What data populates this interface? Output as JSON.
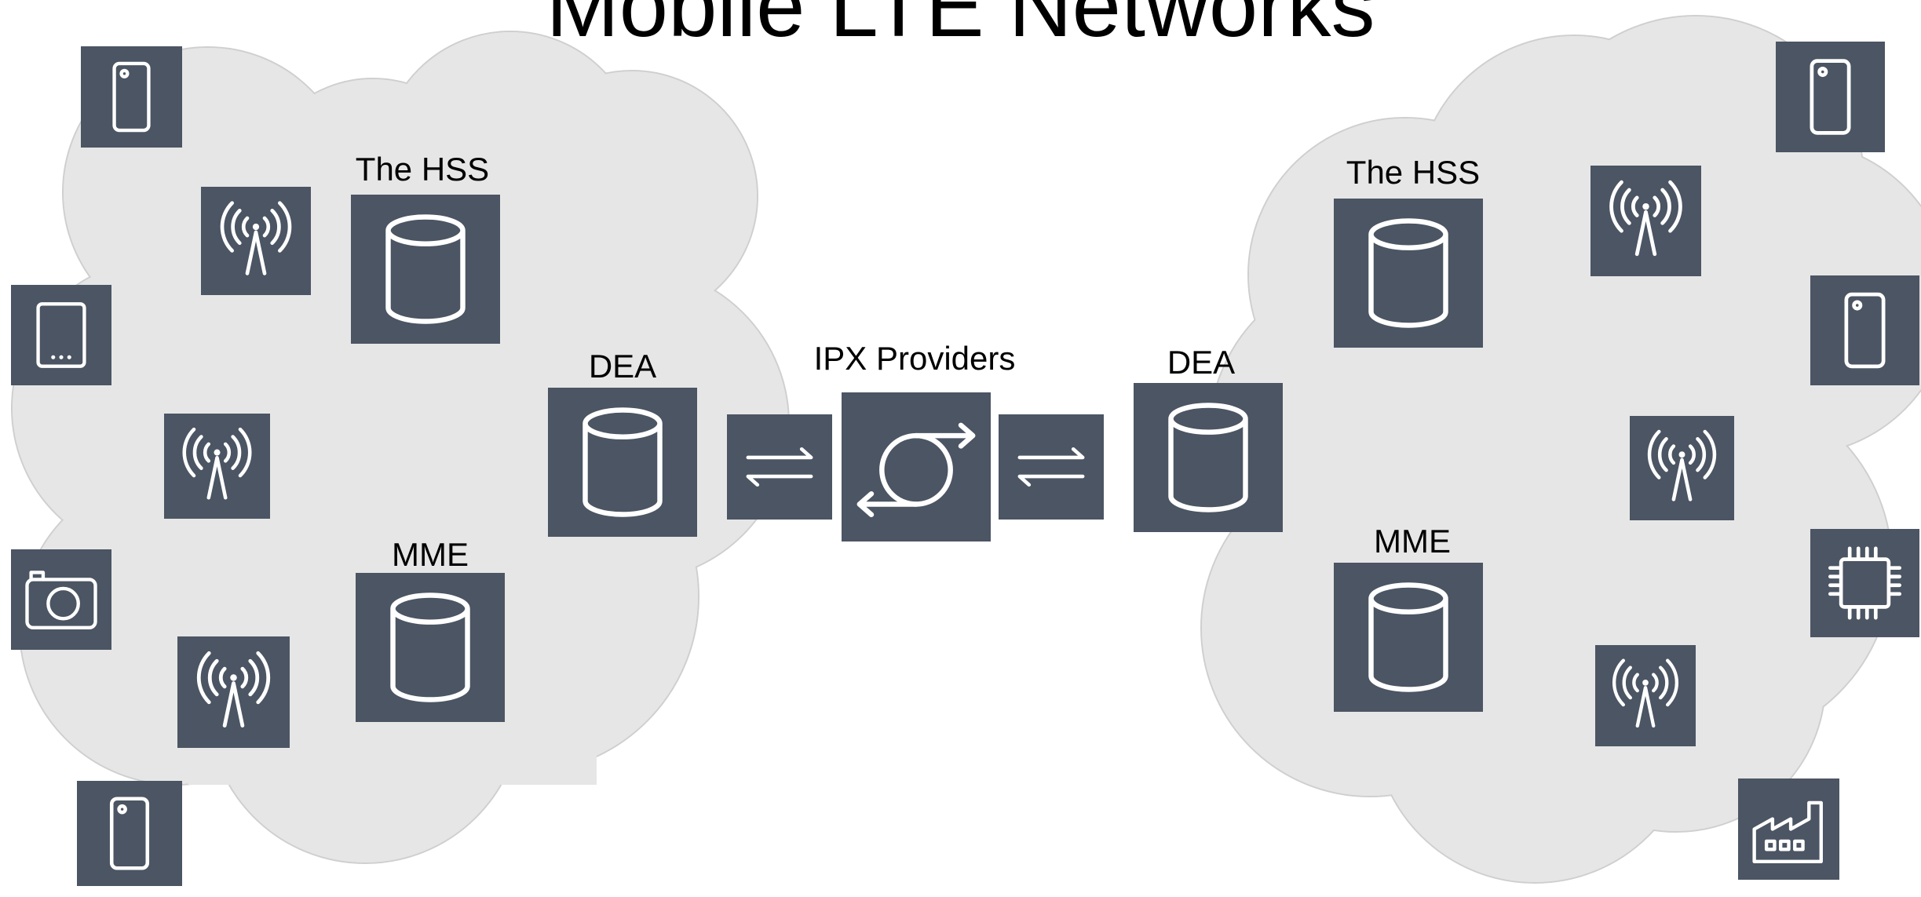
{
  "title": "Mobile LTE Networks",
  "colors": {
    "tile": "#4b5563",
    "cloud": "#e6e6e6",
    "cloud_edge": "#cfcfcf",
    "glyph": "#ffffff"
  },
  "left_network": {
    "hss_label": "The HSS",
    "mme_label": "MME",
    "dea_label": "DEA",
    "devices": [
      "smartphone-icon",
      "cell-tower-icon",
      "tablet-icon",
      "cell-tower-icon",
      "camera-icon",
      "cell-tower-icon",
      "smartphone-icon"
    ]
  },
  "interconnect": {
    "ipx_label": "IPX Providers",
    "exchange_icons": [
      "bidirectional-arrows-icon",
      "sync-cycle-icon",
      "bidirectional-arrows-icon"
    ]
  },
  "right_network": {
    "hss_label": "The HSS",
    "mme_label": "MME",
    "dea_label": "DEA",
    "devices": [
      "smartphone-icon",
      "cell-tower-icon",
      "smartphone-icon",
      "cell-tower-icon",
      "chip-icon",
      "cell-tower-icon",
      "factory-icon"
    ]
  }
}
